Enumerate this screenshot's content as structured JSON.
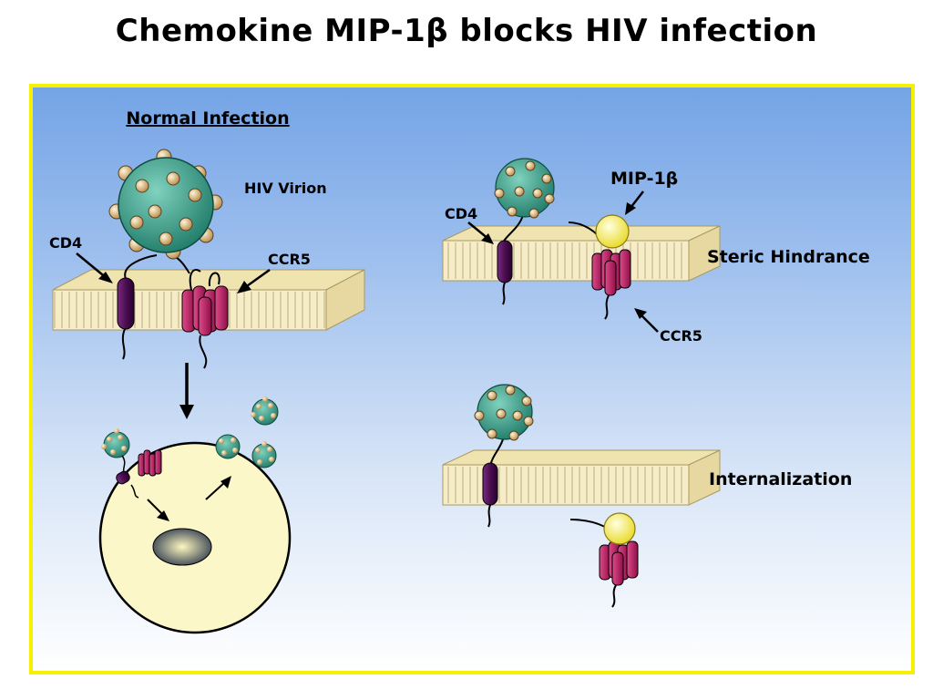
{
  "title": "Chemokine MIP-1β blocks HIV infection",
  "labels": {
    "normal_infection": "Normal Infection",
    "hiv_virion": "HIV Virion",
    "cd4_left": "CD4",
    "ccr5_left": "CCR5",
    "cd4_right": "CD4",
    "mip1b": "MIP-1β",
    "steric_hindrance": "Steric Hindrance",
    "ccr5_right": "CCR5",
    "internalization": "Internalization"
  },
  "colors": {
    "panel_border": "#f7f000",
    "virion": "#3a9c8a",
    "spike": "#e0c08a",
    "cd4": "#5a1a5e",
    "ccr5": "#c8286e",
    "mip1b": "#f7f27a",
    "cell": "#fbf7c8"
  }
}
